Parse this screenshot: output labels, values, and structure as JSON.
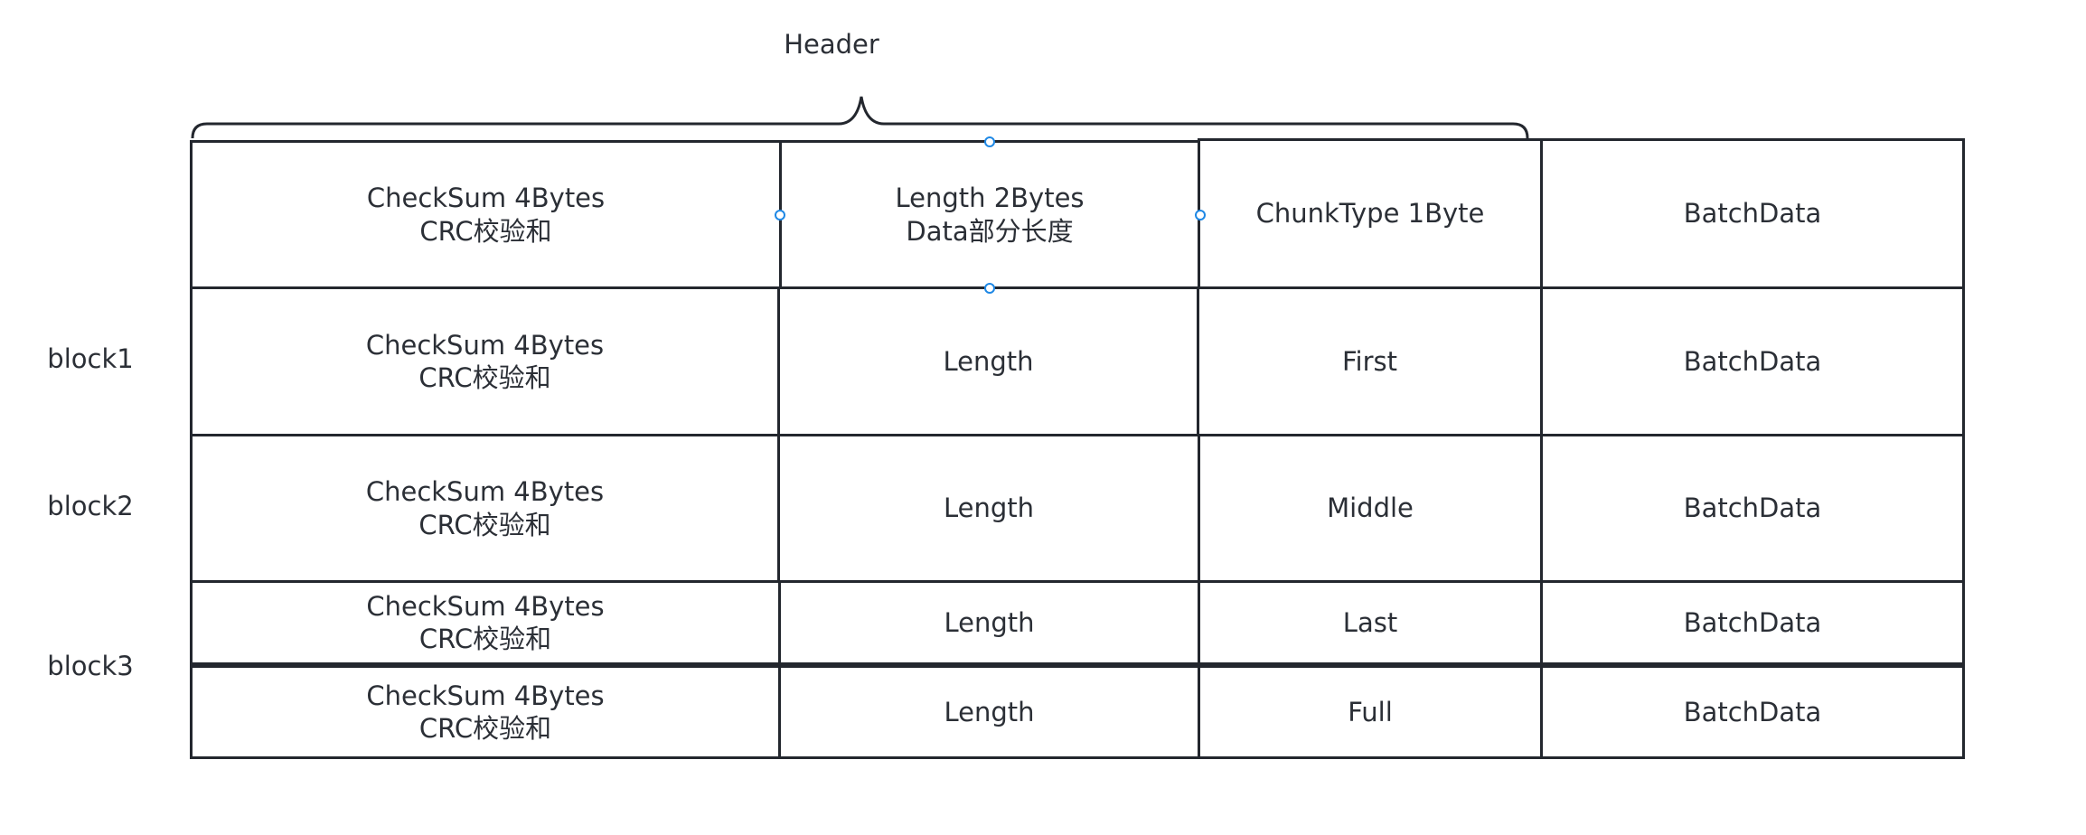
{
  "header_label": "Header",
  "columns": [
    "checksum",
    "length",
    "chunktype",
    "batchdata"
  ],
  "rows": [
    {
      "label": "",
      "cells": [
        {
          "line1": "CheckSum 4Bytes",
          "line2": "CRC校验和"
        },
        {
          "line1": "Length 2Bytes",
          "line2": "Data部分长度"
        },
        {
          "line1": "ChunkType 1Byte",
          "line2": ""
        },
        {
          "line1": "BatchData",
          "line2": ""
        }
      ]
    },
    {
      "label": "block1",
      "cells": [
        {
          "line1": "CheckSum 4Bytes",
          "line2": "CRC校验和"
        },
        {
          "line1": "Length",
          "line2": ""
        },
        {
          "line1": "First",
          "line2": ""
        },
        {
          "line1": "BatchData",
          "line2": ""
        }
      ]
    },
    {
      "label": "block2",
      "cells": [
        {
          "line1": "CheckSum 4Bytes",
          "line2": "CRC校验和"
        },
        {
          "line1": "Length",
          "line2": ""
        },
        {
          "line1": "Middle",
          "line2": ""
        },
        {
          "line1": "BatchData",
          "line2": ""
        }
      ]
    },
    {
      "label": "block3",
      "cells": [
        {
          "line1": "CheckSum 4Bytes",
          "line2": "CRC校验和"
        },
        {
          "line1": "Length",
          "line2": ""
        },
        {
          "line1": "Last",
          "line2": ""
        },
        {
          "line1": "BatchData",
          "line2": ""
        }
      ]
    },
    {
      "label": "",
      "cells": [
        {
          "line1": "CheckSum 4Bytes",
          "line2": "CRC校验和"
        },
        {
          "line1": "Length",
          "line2": ""
        },
        {
          "line1": "Full",
          "line2": ""
        },
        {
          "line1": "BatchData",
          "line2": ""
        }
      ]
    }
  ],
  "colors": {
    "border": "#23272e",
    "text": "#2b2f36",
    "handle": "#1e88e5"
  }
}
